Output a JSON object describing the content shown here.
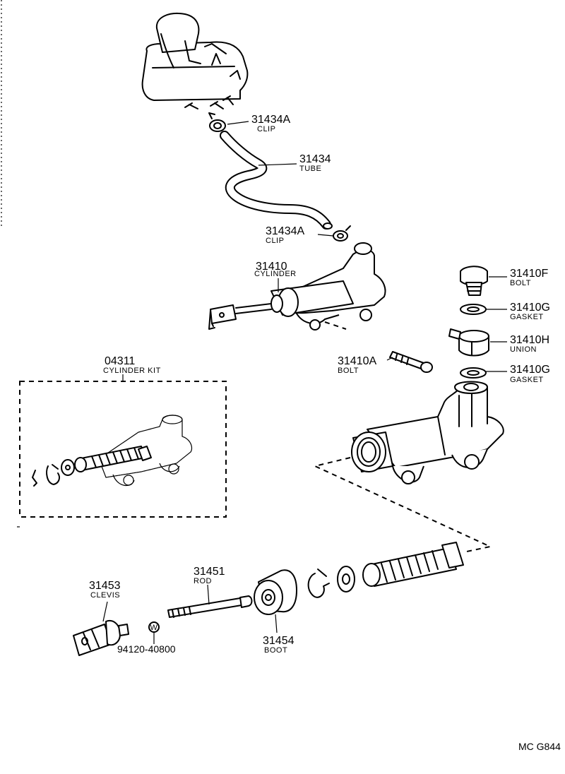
{
  "parts": {
    "p31434A_top": {
      "number": "31434A",
      "name": "CLIP"
    },
    "p31434": {
      "number": "31434",
      "name": "TUBE"
    },
    "p31434A_bot": {
      "number": "31434A",
      "name": "CLIP"
    },
    "p31410": {
      "number": "31410",
      "name": "CYLINDER"
    },
    "p31410F": {
      "number": "31410F",
      "name": "BOLT"
    },
    "p31410G_top": {
      "number": "31410G",
      "name": "GASKET"
    },
    "p31410H": {
      "number": "31410H",
      "name": "UNION"
    },
    "p31410A": {
      "number": "31410A",
      "name": "BOLT"
    },
    "p31410G_bot": {
      "number": "31410G",
      "name": "GASKET"
    },
    "p04311": {
      "number": "04311",
      "name": "CYLINDER KIT"
    },
    "p31451": {
      "number": "31451",
      "name": "ROD"
    },
    "p31453": {
      "number": "31453",
      "name": "CLEVIS"
    },
    "p31454": {
      "number": "31454",
      "name": "BOOT"
    },
    "p94120": {
      "number": "94120-40800",
      "marker": "W"
    }
  },
  "figure_code": "MC G844"
}
